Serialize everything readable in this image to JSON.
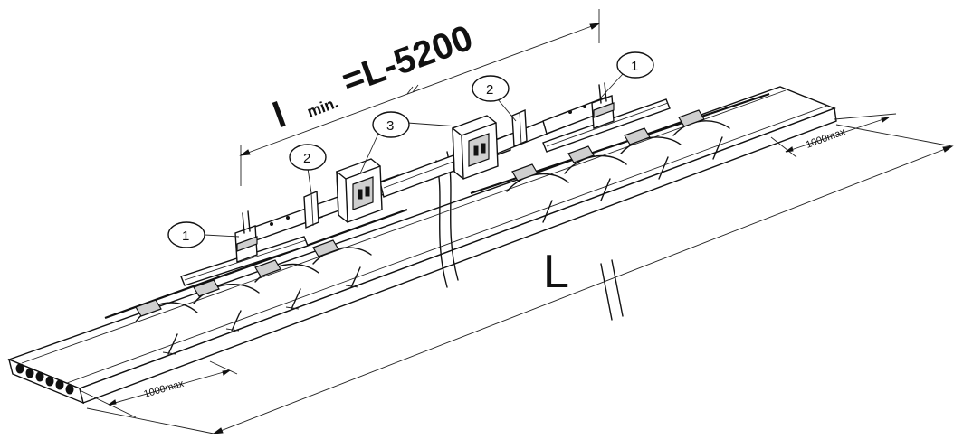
{
  "diagram": {
    "dimension_formula": {
      "symbol": "l",
      "subscript": "min.",
      "expression": "=L-5200"
    },
    "length_label": "L",
    "width_label_left": "1000max",
    "width_label_right": "1000max",
    "callouts": [
      {
        "id": "callout-1-left",
        "text": "1"
      },
      {
        "id": "callout-1-right",
        "text": "1"
      },
      {
        "id": "callout-2-left",
        "text": "2"
      },
      {
        "id": "callout-2-right",
        "text": "2"
      },
      {
        "id": "callout-3",
        "text": "3"
      }
    ]
  }
}
